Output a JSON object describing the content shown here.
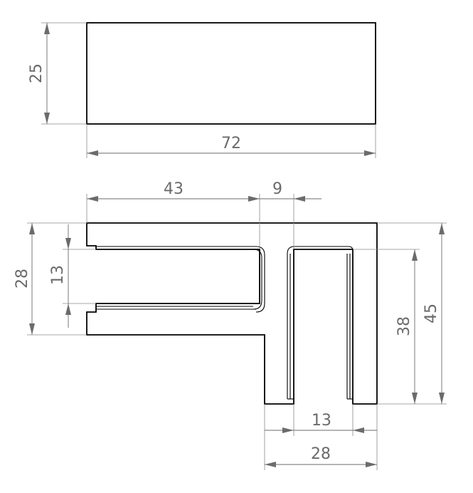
{
  "colors": {
    "outline": "#000000",
    "dimension": "#6b6b6b",
    "background": "#ffffff"
  },
  "top_view": {
    "height_label": "25",
    "width_label": "72"
  },
  "front_view": {
    "left_width_label": "43",
    "slot_width_label": "9",
    "left_height_label": "28",
    "inner_height_label": "13",
    "right_height_label": "45",
    "right_inner_height_label": "38",
    "bottom_inner_label": "13",
    "bottom_outer_label": "28"
  }
}
